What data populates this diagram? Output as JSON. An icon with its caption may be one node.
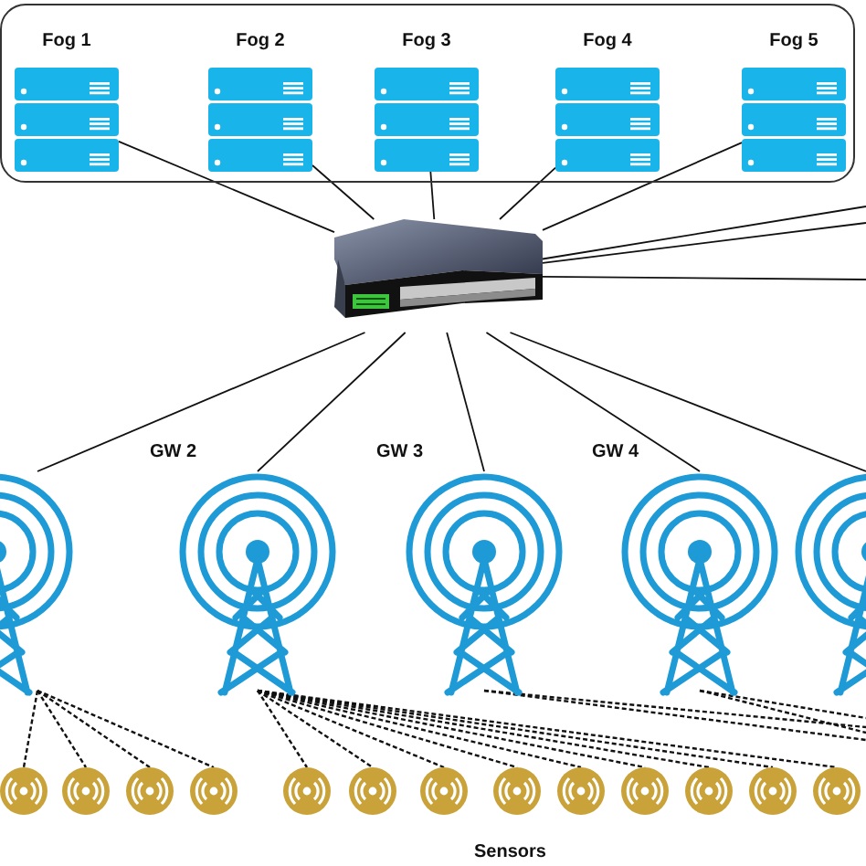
{
  "diagram": {
    "nodes": [
      {
        "text": [],
        "shape": "box"
      },
      {
        "text": [
          "Fog 1"
        ],
        "in": 0
      },
      {
        "text": [
          "Fog 2"
        ],
        "in": 0
      },
      {
        "text": [
          "Fog 3"
        ],
        "in": 0
      },
      {
        "text": [
          "Fog 4"
        ],
        "in": 0
      },
      {
        "text": [
          "Fog 5"
        ],
        "in": 0
      },
      {
        "text": [],
        "shape": "picture"
      },
      {
        "text": [],
        "shape": "tower"
      },
      {
        "text": [
          "GW 2"
        ]
      },
      {
        "text": [
          "GW 3"
        ]
      },
      {
        "text": [
          "GW 4"
        ]
      },
      {
        "text": [],
        "shape": "tower"
      },
      {
        "text": [],
        "shape": "circle"
      },
      {
        "text": [],
        "shape": "circle"
      },
      {
        "text": [],
        "shape": "circle"
      },
      {
        "text": [],
        "shape": "circle"
      },
      {
        "text": [],
        "shape": "circle"
      },
      {
        "text": [],
        "shape": "circle"
      },
      {
        "text": [],
        "shape": "circle"
      },
      {
        "text": [],
        "shape": "circle"
      },
      {
        "text": [],
        "shape": "circle"
      },
      {
        "text": [],
        "shape": "circle"
      },
      {
        "text": [],
        "shape": "circle"
      },
      {
        "text": [],
        "shape": "circle"
      },
      {
        "text": [],
        "shape": "circle"
      }
    ],
    "edges": [
      {
        "from": 1,
        "to": 6,
        "arrow": "none"
      },
      {
        "from": 2,
        "to": 6,
        "arrow": "none"
      },
      {
        "from": 3,
        "to": 6,
        "arrow": "none"
      },
      {
        "from": 4,
        "to": 6,
        "arrow": "none"
      },
      {
        "from": 5,
        "to": 6,
        "arrow": "none"
      },
      {
        "from": 6,
        "to": null,
        "arrow": "none"
      },
      {
        "from": 6,
        "to": null,
        "arrow": "none"
      },
      {
        "from": 6,
        "to": null,
        "arrow": "none"
      },
      {
        "from": 6,
        "to": 7,
        "arrow": "none"
      },
      {
        "from": 6,
        "to": 8,
        "arrow": "none"
      },
      {
        "from": 6,
        "to": 9,
        "arrow": "none"
      },
      {
        "from": 6,
        "to": 10,
        "arrow": "none"
      },
      {
        "from": 6,
        "to": 11,
        "arrow": "none"
      },
      {
        "from": 7,
        "to": 12,
        "arrow": "none",
        "style": "dashed"
      },
      {
        "from": 7,
        "to": 13,
        "arrow": "none",
        "style": "dashed"
      },
      {
        "from": 7,
        "to": 14,
        "arrow": "none",
        "style": "dashed"
      },
      {
        "from": 7,
        "to": 15,
        "arrow": "none",
        "style": "dashed"
      },
      {
        "from": 8,
        "to": 16,
        "arrow": "none",
        "style": "dashed"
      },
      {
        "from": 8,
        "to": 17,
        "arrow": "none",
        "style": "dashed"
      },
      {
        "from": 8,
        "to": 18,
        "arrow": "none",
        "style": "dashed"
      },
      {
        "from": 8,
        "to": 19,
        "arrow": "none",
        "style": "dashed"
      },
      {
        "from": 8,
        "to": 20,
        "arrow": "none",
        "style": "dashed"
      },
      {
        "from": 8,
        "to": 21,
        "arrow": "none",
        "style": "dashed"
      },
      {
        "from": 8,
        "to": 22,
        "arrow": "none",
        "style": "dashed"
      },
      {
        "from": 8,
        "to": 23,
        "arrow": "none",
        "style": "dashed"
      },
      {
        "from": 8,
        "to": 24,
        "arrow": "none",
        "style": "dashed"
      },
      {
        "from": 9,
        "to": null,
        "arrow": "none",
        "style": "dashed"
      },
      {
        "from": 9,
        "to": null,
        "arrow": "none",
        "style": "dashed"
      },
      {
        "from": 10,
        "to": null,
        "arrow": "none",
        "style": "dashed"
      },
      {
        "from": 10,
        "to": null,
        "arrow": "none",
        "style": "dashed"
      }
    ],
    "labels": [
      "Sensors"
    ]
  }
}
